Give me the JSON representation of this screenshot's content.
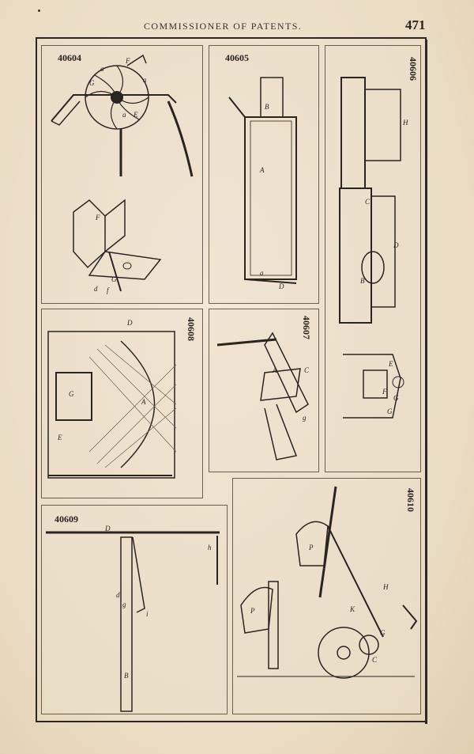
{
  "header": {
    "title": "COMMISSIONER OF PATENTS.",
    "page_number": "471"
  },
  "figures": [
    {
      "id": "40604",
      "labels": [
        "F",
        "G",
        "a",
        "a",
        "a",
        "E",
        "F",
        "d",
        "f",
        "G"
      ]
    },
    {
      "id": "40605",
      "labels": [
        "B",
        "A",
        "a",
        "D"
      ]
    },
    {
      "id": "40606",
      "labels": [
        "H",
        "D",
        "C",
        "B",
        "E",
        "F",
        "G",
        "G"
      ]
    },
    {
      "id": "40607",
      "labels": [
        "A",
        "C",
        "g"
      ]
    },
    {
      "id": "40608",
      "labels": [
        "D",
        "G",
        "A",
        "E"
      ]
    },
    {
      "id": "40609",
      "labels": [
        "D",
        "h",
        "d",
        "g",
        "i",
        "B"
      ]
    },
    {
      "id": "40610",
      "labels": [
        "P",
        "P",
        "H",
        "K",
        "G",
        "C"
      ]
    }
  ]
}
